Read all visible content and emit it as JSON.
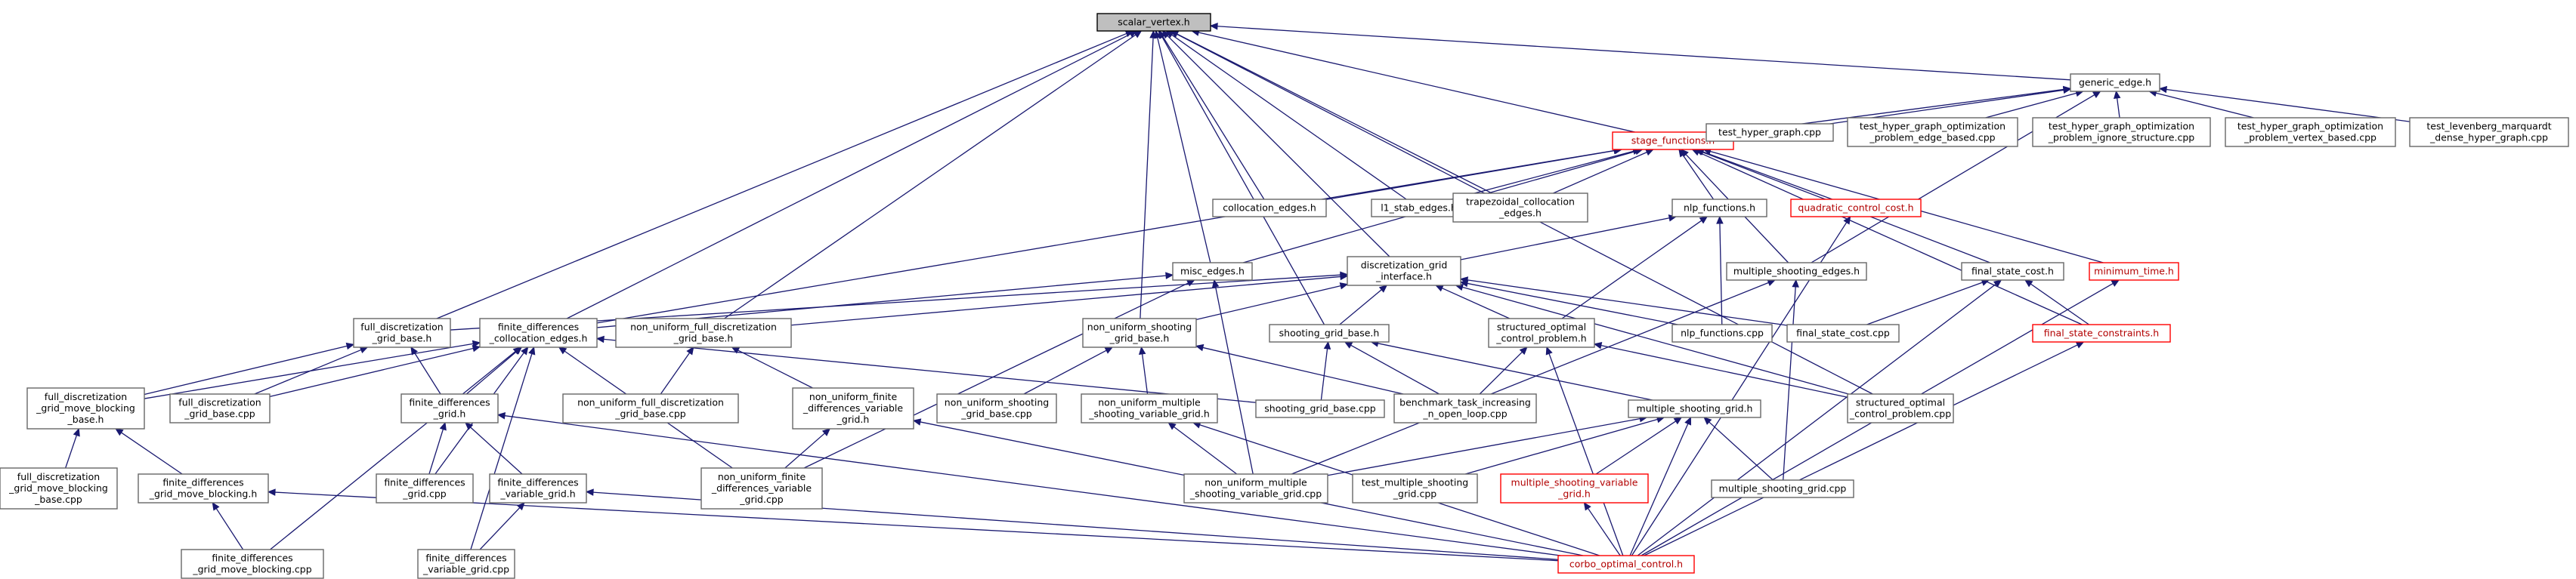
{
  "colors": {
    "edge": "#191970",
    "root_fill": "#bfbfbf",
    "node_border": "#666666",
    "incomplete_border": "#ff0000"
  },
  "nodes": [
    {
      "id": "scalar_vertex",
      "lines": [
        "scalar_vertex.h"
      ],
      "style": "root"
    },
    {
      "id": "generic_edge",
      "lines": [
        "generic_edge.h"
      ],
      "style": "normal"
    },
    {
      "id": "stage_functions",
      "lines": [
        "stage_functions.h"
      ],
      "style": "red"
    },
    {
      "id": "test_hyper_graph",
      "lines": [
        "test_hyper_graph.cpp"
      ],
      "style": "normal"
    },
    {
      "id": "test_hg_opt_edge",
      "lines": [
        "test_hyper_graph_optimization",
        "_problem_edge_based.cpp"
      ],
      "style": "normal"
    },
    {
      "id": "test_hg_opt_ignore",
      "lines": [
        "test_hyper_graph_optimization",
        "_problem_ignore_structure.cpp"
      ],
      "style": "normal"
    },
    {
      "id": "test_hg_opt_vertex",
      "lines": [
        "test_hyper_graph_optimization",
        "_problem_vertex_based.cpp"
      ],
      "style": "normal"
    },
    {
      "id": "test_lm_dense",
      "lines": [
        "test_levenberg_marquardt",
        "_dense_hyper_graph.cpp"
      ],
      "style": "normal"
    },
    {
      "id": "collocation_edges",
      "lines": [
        "collocation_edges.h"
      ],
      "style": "normal"
    },
    {
      "id": "l1_stab_edges",
      "lines": [
        "l1_stab_edges.h"
      ],
      "style": "normal"
    },
    {
      "id": "trapezoidal_collocation_edges",
      "lines": [
        "trapezoidal_collocation",
        "_edges.h"
      ],
      "style": "normal"
    },
    {
      "id": "nlp_functions_h",
      "lines": [
        "nlp_functions.h"
      ],
      "style": "normal"
    },
    {
      "id": "quadratic_control_cost",
      "lines": [
        "quadratic_control_cost.h"
      ],
      "style": "red"
    },
    {
      "id": "misc_edges",
      "lines": [
        "misc_edges.h"
      ],
      "style": "normal"
    },
    {
      "id": "discretization_grid_interface",
      "lines": [
        "discretization_grid",
        "_interface.h"
      ],
      "style": "normal"
    },
    {
      "id": "multiple_shooting_edges",
      "lines": [
        "multiple_shooting_edges.h"
      ],
      "style": "normal"
    },
    {
      "id": "final_state_cost_h",
      "lines": [
        "final_state_cost.h"
      ],
      "style": "normal"
    },
    {
      "id": "minimum_time",
      "lines": [
        "minimum_time.h"
      ],
      "style": "red"
    },
    {
      "id": "full_discretization_grid_base_h",
      "lines": [
        "full_discretization",
        "_grid_base.h"
      ],
      "style": "normal"
    },
    {
      "id": "fd_collocation_edges",
      "lines": [
        "finite_differences",
        "_collocation_edges.h"
      ],
      "style": "normal"
    },
    {
      "id": "nu_full_disc_grid_base_h",
      "lines": [
        "non_uniform_full_discretization",
        "_grid_base.h"
      ],
      "style": "normal"
    },
    {
      "id": "nu_shooting_grid_base_h",
      "lines": [
        "non_uniform_shooting",
        "_grid_base.h"
      ],
      "style": "normal"
    },
    {
      "id": "shooting_grid_base_h",
      "lines": [
        "shooting_grid_base.h"
      ],
      "style": "normal"
    },
    {
      "id": "structured_ocp_h",
      "lines": [
        "structured_optimal",
        "_control_problem.h"
      ],
      "style": "normal"
    },
    {
      "id": "nlp_functions_cpp",
      "lines": [
        "nlp_functions.cpp"
      ],
      "style": "normal"
    },
    {
      "id": "final_state_cost_cpp",
      "lines": [
        "final_state_cost.cpp"
      ],
      "style": "normal"
    },
    {
      "id": "final_state_constraints",
      "lines": [
        "final_state_constraints.h"
      ],
      "style": "red"
    },
    {
      "id": "fd_grid_move_blocking_base_h",
      "lines": [
        "full_discretization",
        "_grid_move_blocking",
        "_base.h"
      ],
      "style": "normal"
    },
    {
      "id": "full_disc_grid_base_cpp",
      "lines": [
        "full_discretization",
        "_grid_base.cpp"
      ],
      "style": "normal"
    },
    {
      "id": "fdiff_grid_h",
      "lines": [
        "finite_differences",
        "_grid.h"
      ],
      "style": "normal"
    },
    {
      "id": "nu_full_disc_grid_base_cpp",
      "lines": [
        "non_uniform_full_discretization",
        "_grid_base.cpp"
      ],
      "style": "normal"
    },
    {
      "id": "nu_fdiff_variable_grid_h",
      "lines": [
        "non_uniform_finite",
        "_differences_variable",
        "_grid.h"
      ],
      "style": "normal"
    },
    {
      "id": "nu_shooting_grid_base_cpp",
      "lines": [
        "non_uniform_shooting",
        "_grid_base.cpp"
      ],
      "style": "normal"
    },
    {
      "id": "nu_ms_variable_grid_h",
      "lines": [
        "non_uniform_multiple",
        "_shooting_variable_grid.h"
      ],
      "style": "normal"
    },
    {
      "id": "shooting_grid_base_cpp",
      "lines": [
        "shooting_grid_base.cpp"
      ],
      "style": "normal"
    },
    {
      "id": "benchmark_task",
      "lines": [
        "benchmark_task_increasing",
        "_n_open_loop.cpp"
      ],
      "style": "normal"
    },
    {
      "id": "multiple_shooting_grid_h",
      "lines": [
        "multiple_shooting_grid.h"
      ],
      "style": "normal"
    },
    {
      "id": "structured_ocp_cpp",
      "lines": [
        "structured_optimal",
        "_control_problem.cpp"
      ],
      "style": "normal"
    },
    {
      "id": "fd_grid_move_blocking_base_cpp",
      "lines": [
        "full_discretization",
        "_grid_move_blocking",
        "_base.cpp"
      ],
      "style": "normal"
    },
    {
      "id": "fd_grid_move_blocking_h",
      "lines": [
        "finite_differences",
        "_grid_move_blocking.h"
      ],
      "style": "normal"
    },
    {
      "id": "fdiff_grid_cpp",
      "lines": [
        "finite_differences",
        "_grid.cpp"
      ],
      "style": "normal"
    },
    {
      "id": "fdiff_variable_grid_h",
      "lines": [
        "finite_differences",
        "_variable_grid.h"
      ],
      "style": "normal"
    },
    {
      "id": "nu_fdiff_variable_grid_cpp",
      "lines": [
        "non_uniform_finite",
        "_differences_variable",
        "_grid.cpp"
      ],
      "style": "normal"
    },
    {
      "id": "nu_ms_variable_grid_cpp",
      "lines": [
        "non_uniform_multiple",
        "_shooting_variable_grid.cpp"
      ],
      "style": "normal"
    },
    {
      "id": "test_ms_grid",
      "lines": [
        "test_multiple_shooting",
        "_grid.cpp"
      ],
      "style": "normal"
    },
    {
      "id": "ms_variable_grid_h",
      "lines": [
        "multiple_shooting_variable",
        "_grid.h"
      ],
      "style": "red"
    },
    {
      "id": "multiple_shooting_grid_cpp",
      "lines": [
        "multiple_shooting_grid.cpp"
      ],
      "style": "normal"
    },
    {
      "id": "fd_grid_move_blocking_cpp",
      "lines": [
        "finite_differences",
        "_grid_move_blocking.cpp"
      ],
      "style": "normal"
    },
    {
      "id": "fdiff_variable_grid_cpp",
      "lines": [
        "finite_differences",
        "_variable_grid.cpp"
      ],
      "style": "normal"
    },
    {
      "id": "corbo_optimal_control",
      "lines": [
        "corbo_optimal_control.h"
      ],
      "style": "red"
    }
  ]
}
